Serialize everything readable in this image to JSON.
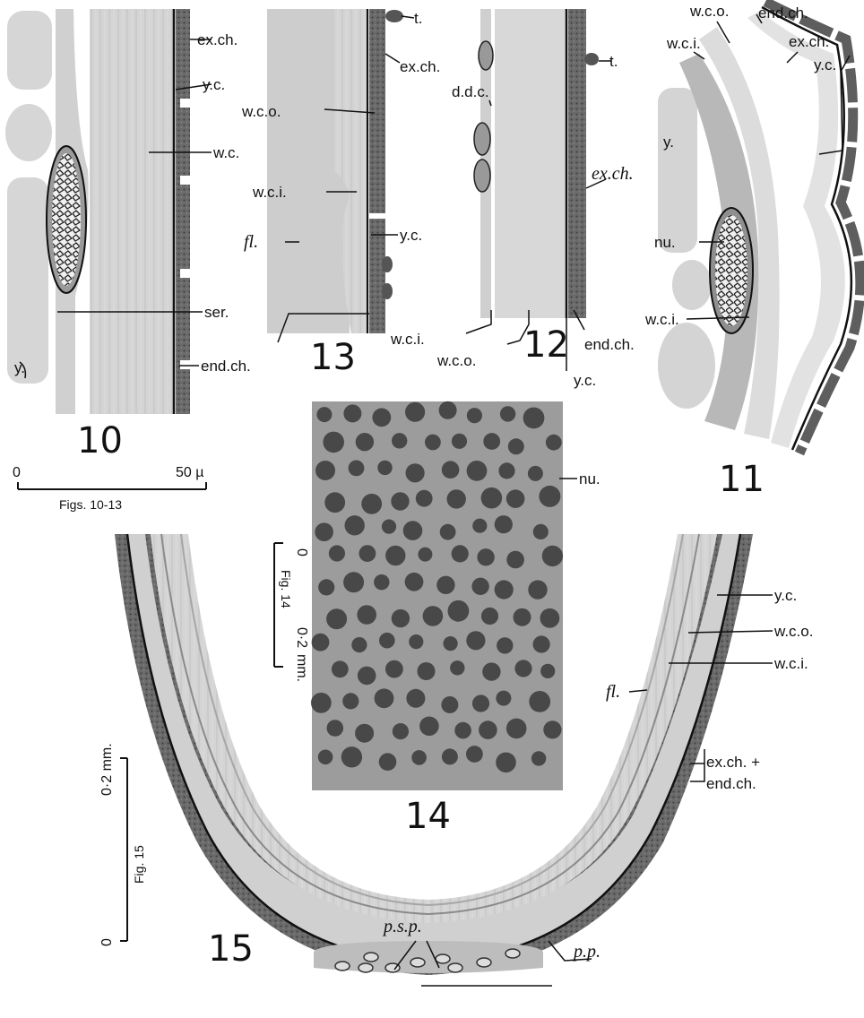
{
  "figures": {
    "fig10": {
      "number": "10",
      "labels": {
        "ex_ch": "ex.ch.",
        "y_c": "y.c.",
        "w_c": "w.c.",
        "ser": "ser.",
        "end_ch": "end.ch.",
        "y": "y."
      }
    },
    "fig11": {
      "number": "11",
      "labels": {
        "w_c_o": "w.c.o.",
        "end_ch": "end.ch.",
        "w_c_i": "w.c.i.",
        "ex_ch": "ex.ch.",
        "y_c": "y.c.",
        "y": "y.",
        "nu": "nu.",
        "w_c_i_2": "w.c.i."
      }
    },
    "fig12": {
      "number": "12",
      "labels": {
        "t": "t.",
        "d_d_c": "d.d.c.",
        "ex_ch": "ex.ch.",
        "w_c_i": "w.c.i.",
        "w_c_o": "w.c.o.",
        "end_ch": "end.ch.",
        "y_c": "y.c."
      }
    },
    "fig13": {
      "number": "13",
      "labels": {
        "t": "t.",
        "ex_ch": "ex.ch.",
        "w_c_o": "w.c.o.",
        "w_c_i": "w.c.i.",
        "fl": "fl.",
        "y_c": "y.c."
      }
    },
    "fig14": {
      "number": "14",
      "labels": {
        "nu": "nu."
      },
      "scale": {
        "zero": "0",
        "value": "0·2",
        "unit": "mm.",
        "caption": "Fig. 14"
      }
    },
    "fig15": {
      "number": "15",
      "labels": {
        "y_c": "y.c.",
        "w_c_o": "w.c.o.",
        "w_c_i": "w.c.i.",
        "fl": "fl.",
        "ex_end_1": "ex.ch. +",
        "ex_end_2": "end.ch.",
        "p_s_p": "p.s.p.",
        "p_p": "p.p."
      },
      "scale": {
        "zero": "0",
        "value": "0·2 mm.",
        "caption": "Fig. 15"
      }
    }
  },
  "scale_10_13": {
    "zero": "0",
    "value": "50 µ",
    "caption": "Figs. 10-13"
  },
  "colors": {
    "ink": "#111111",
    "yolk": "#d9d9d9",
    "wall": "#c4c4c4",
    "chorion": "#6a6a6a",
    "photo_bg": "#9c9c9c",
    "photo_nucleus": "#3a3a3a"
  }
}
